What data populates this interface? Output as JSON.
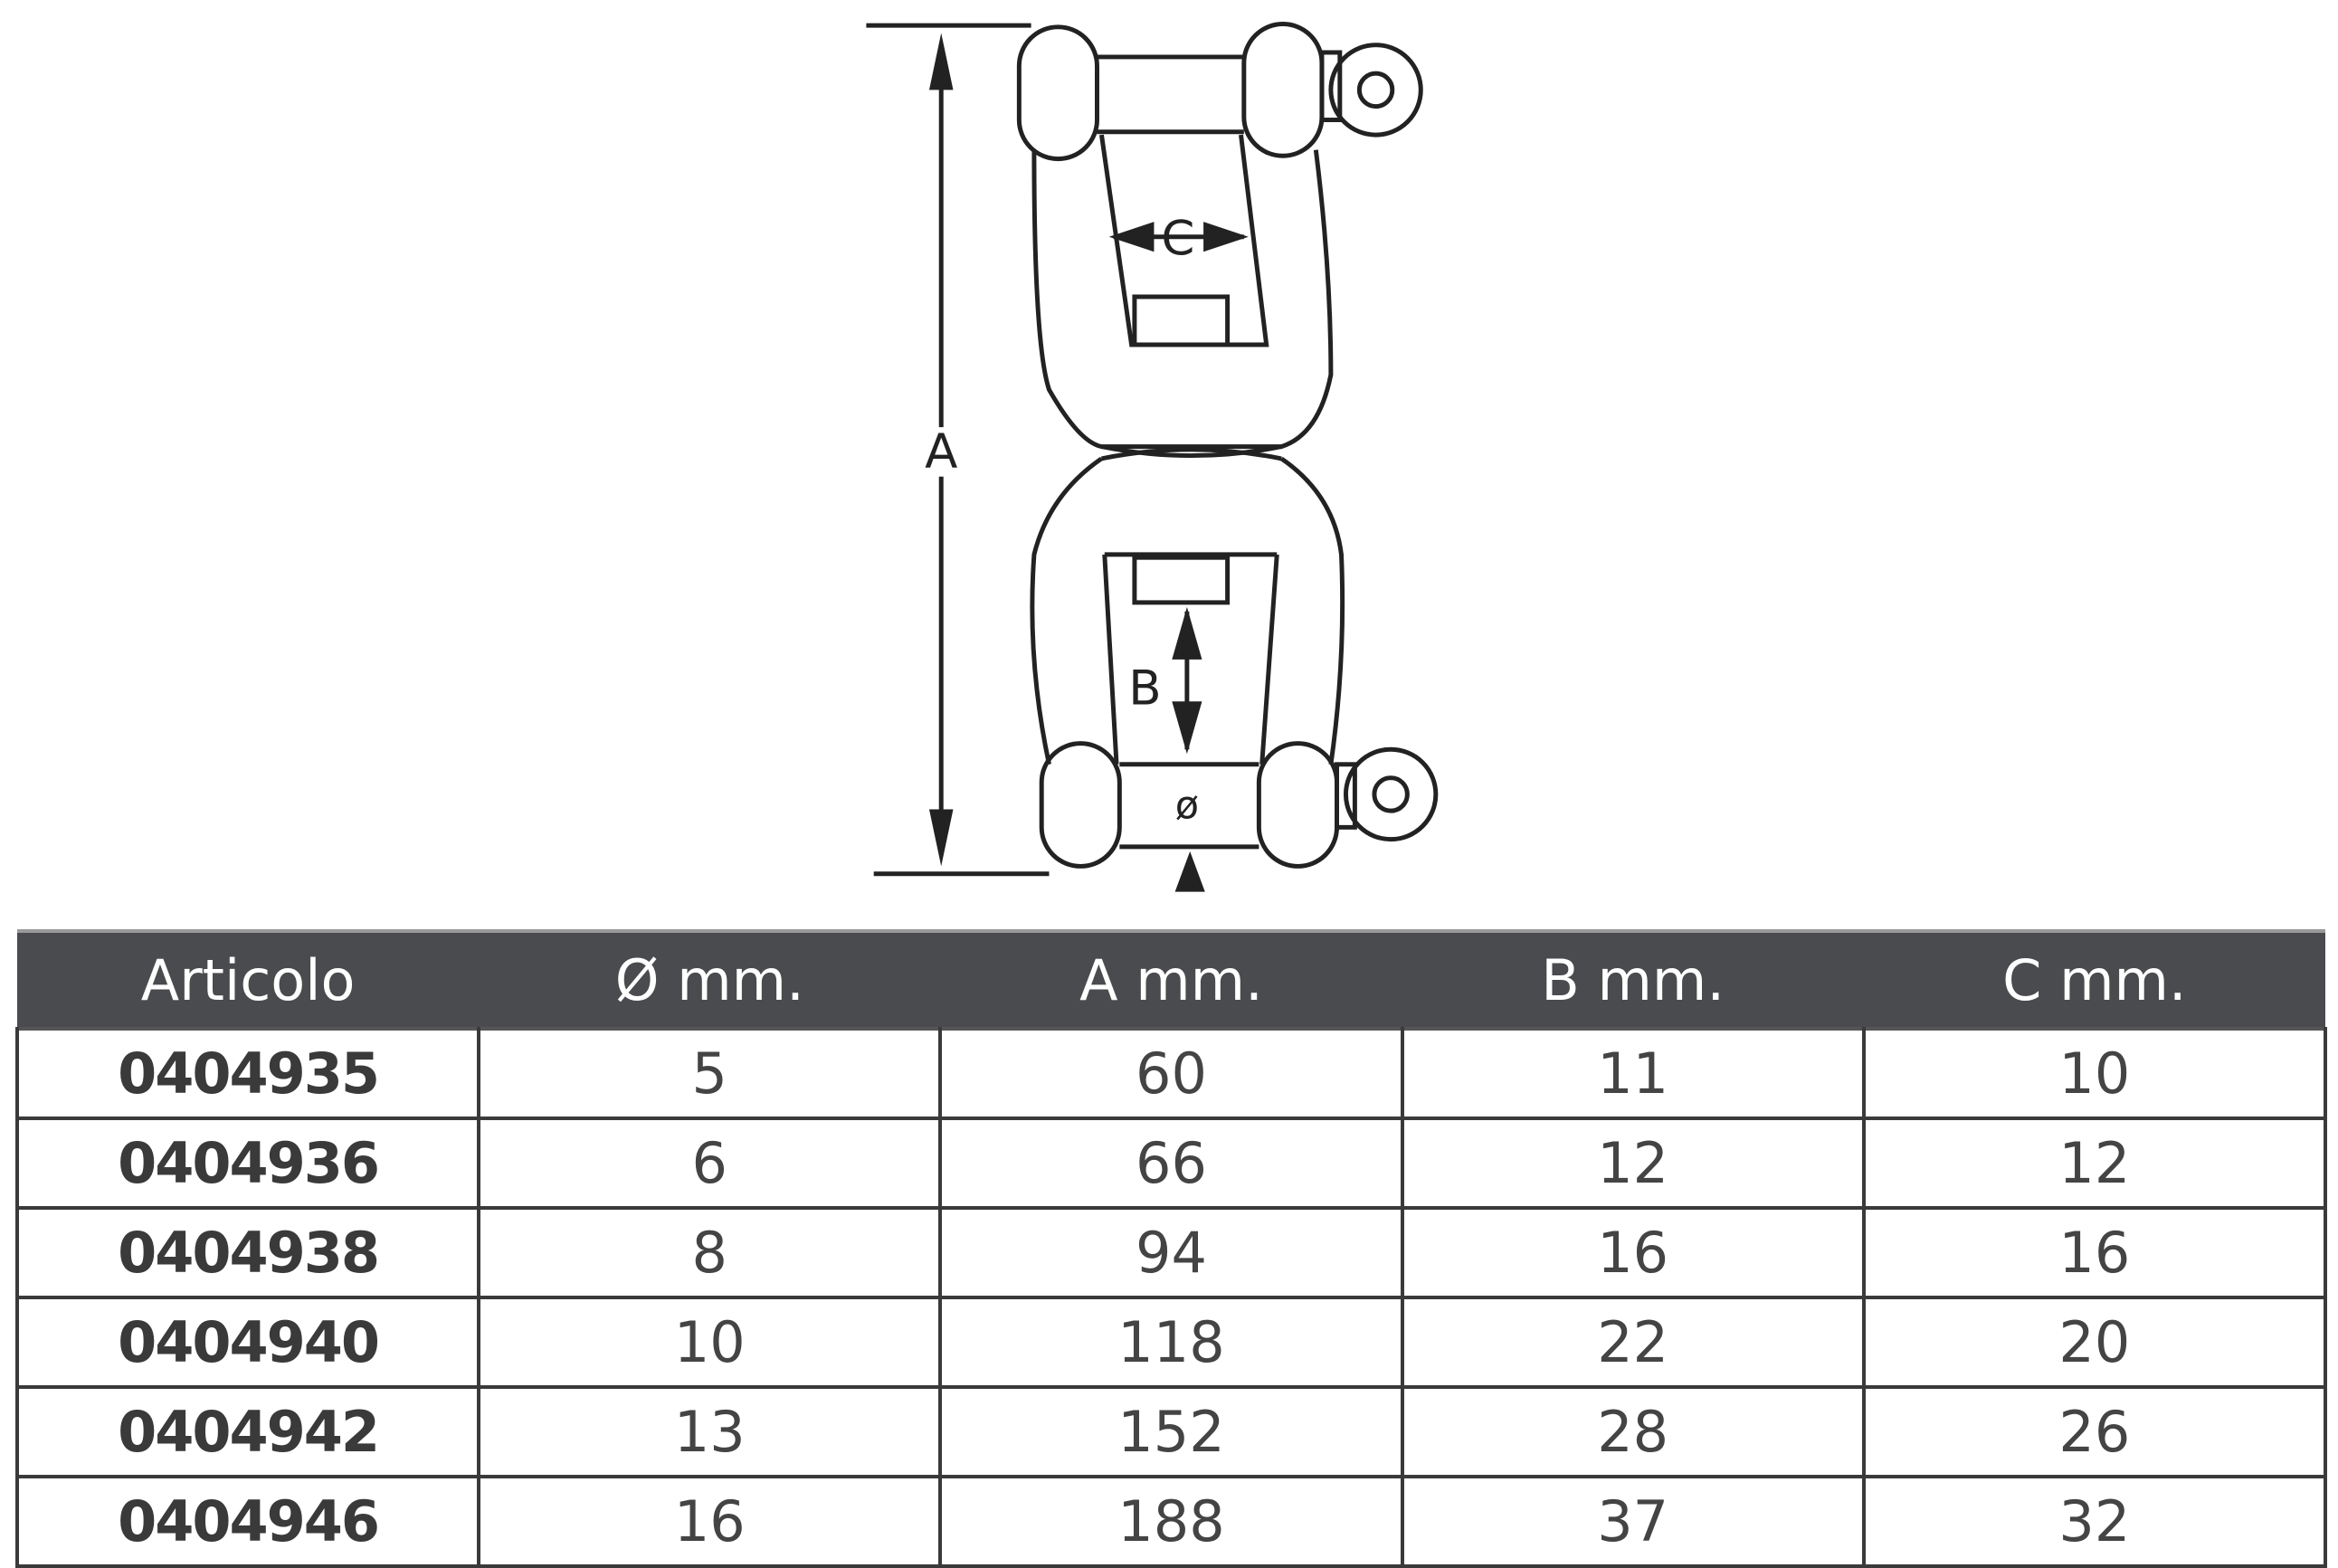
{
  "drawing": {
    "label_a": "A",
    "label_b": "B",
    "label_c": "C",
    "label_diameter": "ø"
  },
  "table": {
    "headers": [
      "Articolo",
      "Ø mm.",
      "A mm.",
      "B mm.",
      "C mm."
    ],
    "rows": [
      [
        "0404935",
        "5",
        "60",
        "11",
        "10"
      ],
      [
        "0404936",
        "6",
        "66",
        "12",
        "12"
      ],
      [
        "0404938",
        "8",
        "94",
        "16",
        "16"
      ],
      [
        "0404940",
        "10",
        "118",
        "22",
        "20"
      ],
      [
        "0404942",
        "13",
        "152",
        "28",
        "26"
      ],
      [
        "0404946",
        "16",
        "188",
        "37",
        "32"
      ]
    ]
  }
}
